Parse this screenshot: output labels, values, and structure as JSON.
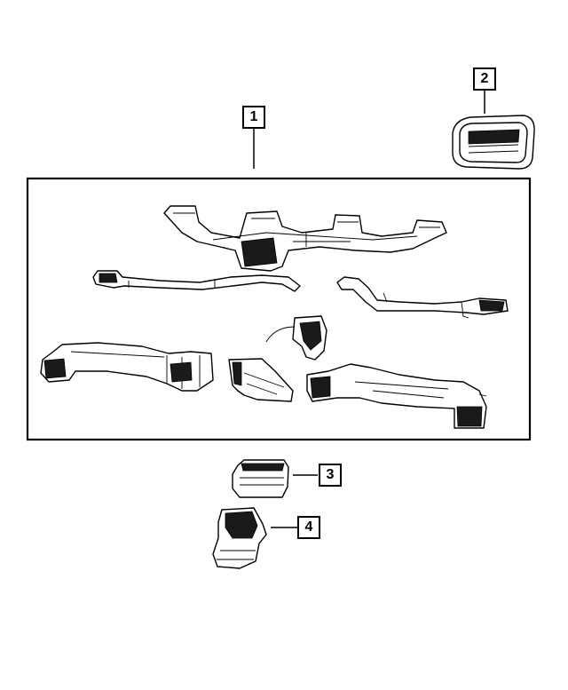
{
  "callouts": [
    {
      "id": "1",
      "label": "1"
    },
    {
      "id": "2",
      "label": "2"
    },
    {
      "id": "3",
      "label": "3"
    },
    {
      "id": "4",
      "label": "4"
    }
  ],
  "parts": [
    {
      "ref": "1",
      "name": "duct-assembly-group",
      "icon": "duct-assembly"
    },
    {
      "ref": "2",
      "name": "outlet-bezel",
      "icon": "air-outlet"
    },
    {
      "ref": "3",
      "name": "outlet-vent",
      "icon": "air-outlet"
    },
    {
      "ref": "4",
      "name": "duct-adapter",
      "icon": "duct-elbow"
    }
  ]
}
